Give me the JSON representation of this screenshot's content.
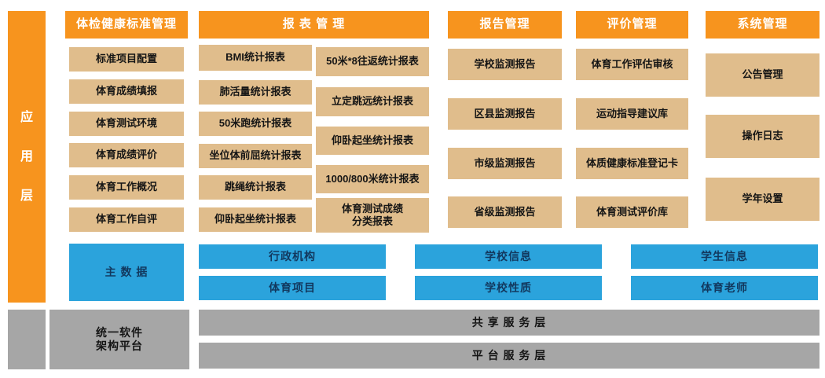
{
  "colors": {
    "orange": "#F7941E",
    "tan": "#E0BD8C",
    "blue": "#2BA3DC",
    "gray": "#A6A6A6"
  },
  "app_layer": {
    "chars": [
      "应",
      "用",
      "层"
    ]
  },
  "health_standard": {
    "title": "体检健康标准管理",
    "items": [
      "标准项目配置",
      "体育成绩填报",
      "体育测试环境",
      "体育成绩评价",
      "体育工作概况",
      "体育工作自评"
    ]
  },
  "report_forms": {
    "title": "报 表 管 理",
    "left_items": [
      "BMI统计报表",
      "肺活量统计报表",
      "50米跑统计报表",
      "坐位体前屈统计报表",
      "跳绳统计报表",
      "仰卧起坐统计报表"
    ],
    "right_items": [
      "50米*8往返统计报表",
      "立定跳远统计报表",
      "仰卧起坐统计报表",
      "1000/800米统计报表",
      "体育测试成绩\n分类报表"
    ]
  },
  "reports": {
    "title": "报告管理",
    "items": [
      "学校监测报告",
      "区县监测报告",
      "市级监测报告",
      "省级监测报告"
    ]
  },
  "evaluation": {
    "title": "评价管理",
    "items": [
      "体育工作评估审核",
      "运动指导建议库",
      "体质健康标准登记卡",
      "体育测试评价库"
    ]
  },
  "system": {
    "title": "系统管理",
    "items": [
      "公告管理",
      "操作日志",
      "学年设置"
    ]
  },
  "master_data": {
    "label": "主 数 据",
    "columns": [
      [
        "行政机构",
        "体育项目"
      ],
      [
        "学校信息",
        "学校性质"
      ],
      [
        "学生信息",
        "体育老师"
      ]
    ]
  },
  "foundation": {
    "platform": "统一软件\n架构平台",
    "shared_service_layer": "共 享 服 务 层",
    "platform_service_layer": "平 台 服 务 层"
  }
}
